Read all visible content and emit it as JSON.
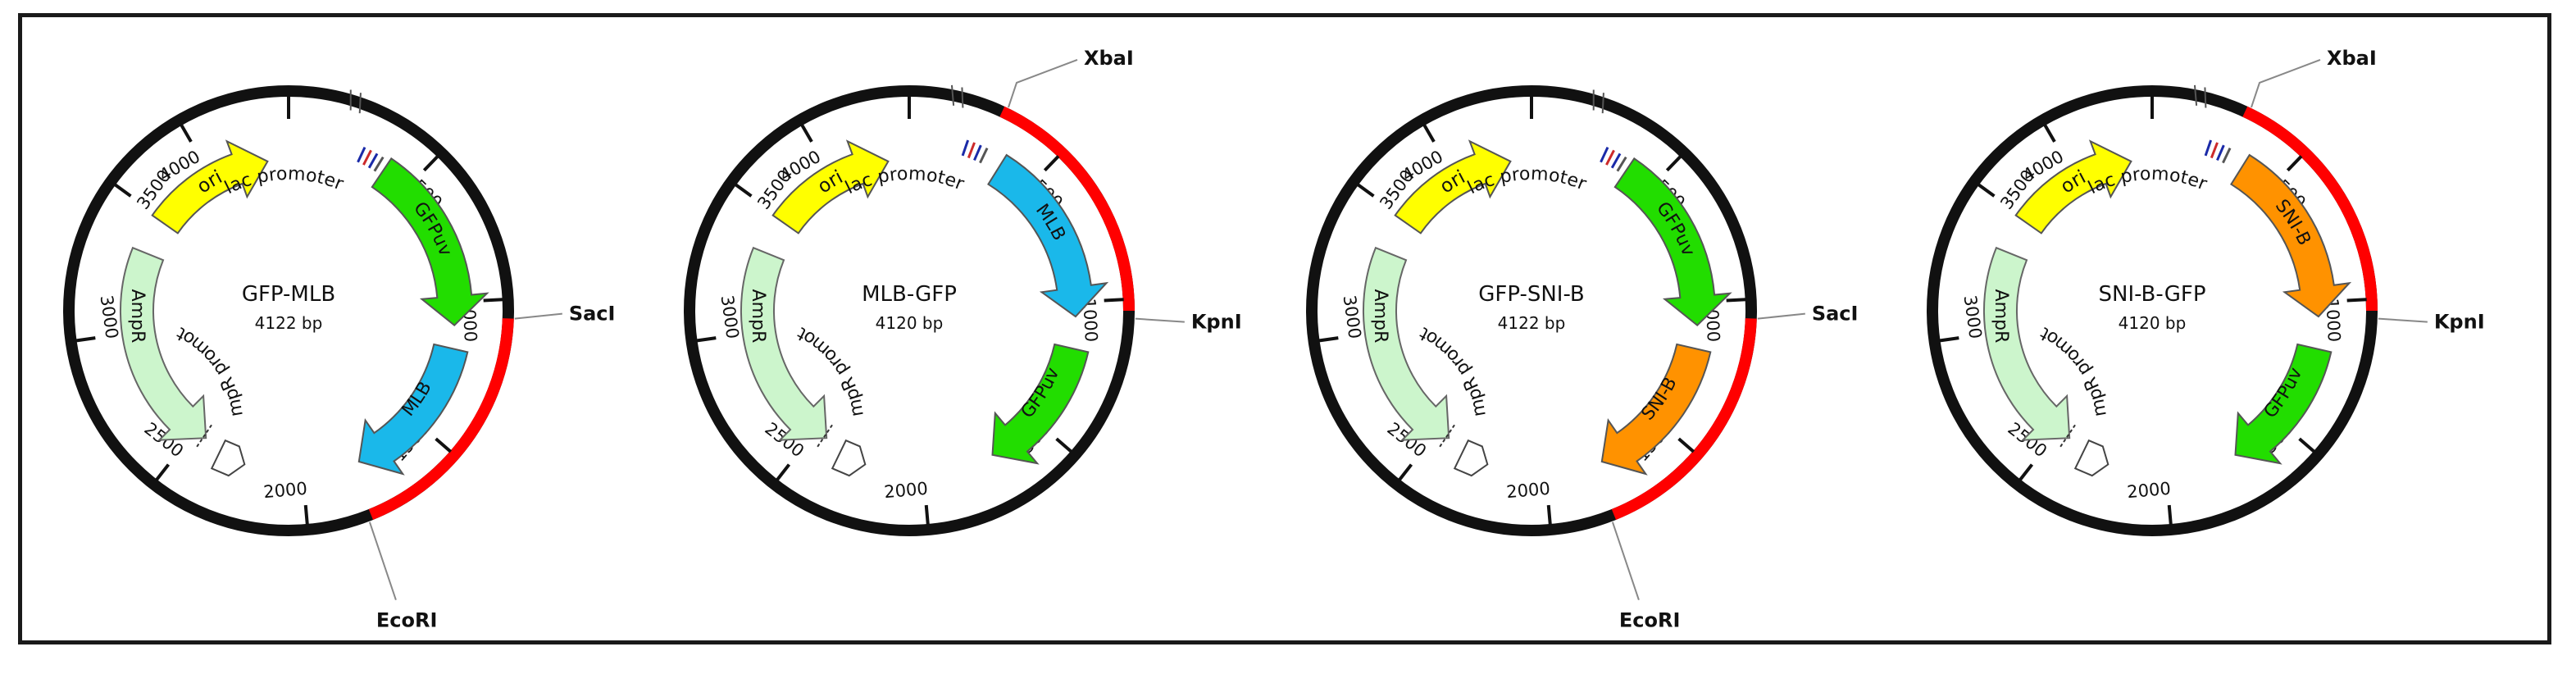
{
  "plasmids": [
    {
      "name": "GFP-MLB",
      "size": "4122 bp",
      "ticks": [
        "4000",
        "500",
        "1000",
        "1500",
        "2000",
        "2500",
        "3000",
        "3500"
      ],
      "features": [
        {
          "label": "ori",
          "color": "#ffff00"
        },
        {
          "label": "lac promoter",
          "color": "#ffffff"
        },
        {
          "label": "GFPuv",
          "color": "#22dd00"
        },
        {
          "label": "MLB",
          "color": "#1ab8ea"
        },
        {
          "label": "AmpR",
          "color": "#ccf5cc"
        },
        {
          "label": "AmpR promoter",
          "color": "#ffffff"
        }
      ],
      "sites": [
        {
          "label": "SacI"
        },
        {
          "label": "EcoRI"
        }
      ],
      "insert_color": "#ff0000"
    },
    {
      "name": "MLB-GFP",
      "size": "4120 bp",
      "ticks": [
        "4000",
        "500",
        "1000",
        "1500",
        "2000",
        "2500",
        "3000",
        "3500"
      ],
      "features": [
        {
          "label": "ori",
          "color": "#ffff00"
        },
        {
          "label": "lac promoter",
          "color": "#ffffff"
        },
        {
          "label": "MLB",
          "color": "#1ab8ea"
        },
        {
          "label": "GFPuv",
          "color": "#22dd00"
        },
        {
          "label": "AmpR",
          "color": "#ccf5cc"
        },
        {
          "label": "AmpR promoter",
          "color": "#ffffff"
        }
      ],
      "sites": [
        {
          "label": "XbaI"
        },
        {
          "label": "KpnI"
        }
      ],
      "insert_color": "#ff0000"
    },
    {
      "name": "GFP-SNI-B",
      "size": "4122 bp",
      "ticks": [
        "4000",
        "500",
        "1000",
        "1500",
        "2000",
        "2500",
        "3000",
        "3500"
      ],
      "features": [
        {
          "label": "ori",
          "color": "#ffff00"
        },
        {
          "label": "lac promoter",
          "color": "#ffffff"
        },
        {
          "label": "GFPuv",
          "color": "#22dd00"
        },
        {
          "label": "SNI-B",
          "color": "#ff9200"
        },
        {
          "label": "AmpR",
          "color": "#ccf5cc"
        },
        {
          "label": "AmpR promoter",
          "color": "#ffffff"
        }
      ],
      "sites": [
        {
          "label": "SacI"
        },
        {
          "label": "EcoRI"
        }
      ],
      "insert_color": "#ff0000"
    },
    {
      "name": "SNI-B-GFP",
      "size": "4120 bp",
      "ticks": [
        "4000",
        "500",
        "1000",
        "1500",
        "2000",
        "2500",
        "3000",
        "3500"
      ],
      "features": [
        {
          "label": "ori",
          "color": "#ffff00"
        },
        {
          "label": "lac promoter",
          "color": "#ffffff"
        },
        {
          "label": "SNI-B",
          "color": "#ff9200"
        },
        {
          "label": "GFPuv",
          "color": "#22dd00"
        },
        {
          "label": "AmpR",
          "color": "#ccf5cc"
        },
        {
          "label": "AmpR promoter",
          "color": "#ffffff"
        }
      ],
      "sites": [
        {
          "label": "XbaI"
        },
        {
          "label": "KpnI"
        }
      ],
      "insert_color": "#ff0000"
    }
  ]
}
